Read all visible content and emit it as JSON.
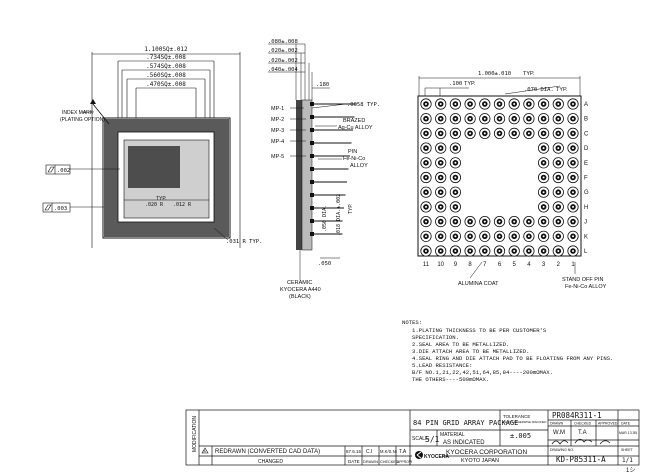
{
  "front_view": {
    "dims": [
      "1.100SQ±.012",
      ".734SQ±.008",
      ".574SQ±.008",
      ".560SQ±.008",
      ".470SQ±.008"
    ],
    "index_mark": [
      "INDEX MARK",
      "(PLATING OPTION)"
    ],
    "flatness_1": ".002",
    "flatness_2": ".003",
    "typ_label": "TYP.",
    "corner_radius_1": ".020 R",
    "corner_radius_2": ".012 R",
    "outer_radius": ".031 R TYP."
  },
  "side_view": {
    "stack_dims": [
      ".080±.008",
      ".020±.002",
      ".020±.002",
      ".040±.004"
    ],
    "lead_gap": ".180",
    "mp_labels": [
      "MP-1",
      "MP-2",
      "MP-3",
      "MP-4",
      "MP-5"
    ],
    "dim_0058": ".0058 TYP.",
    "brazed": [
      "BRAZED",
      "Ag-Cu ALLOY"
    ],
    "pin": [
      "PIN",
      "Fe-Ni-Co",
      "ALLOY"
    ],
    "pin_dia_1": ".050 DIA.",
    "pin_dia_2": ".018 DIA.±.002",
    "typ_label": "TYP.",
    "dim_050": ".050",
    "ceramic": [
      "CERAMIC",
      "KYOCERA A440",
      "(BLACK)"
    ]
  },
  "bottom_view": {
    "width": "1.000±.010",
    "typ_label": "TYP.",
    "pitch": ".100",
    "dia": ".070 DIA.",
    "rows": [
      "A",
      "B",
      "C",
      "D",
      "E",
      "F",
      "G",
      "H",
      "J",
      "K",
      "L"
    ],
    "cols": [
      "11",
      "10",
      "9",
      "8",
      "7",
      "6",
      "5",
      "4",
      "3",
      "2",
      "1"
    ],
    "alumina": "ALUMINA COAT",
    "standoff": [
      "STAND OFF PIN",
      "Fe-Ni-Co ALLOY"
    ]
  },
  "notes": {
    "title": "NOTES:",
    "lines": [
      "1.PLATING THICKNESS TO BE PER CUSTOMER'S",
      "  SPECIFICATION.",
      "2.SEAL AREA TO BE METALLIZED.",
      "3.DIE ATTACH AREA TO BE METALLIZED.",
      "4.SEAL RING AND DIE ATTACH PAD TO BE FLOATING FROM ANY PINS.",
      "5.LEAD RESISTANCE:",
      "  B/F NO.1,21,22,42,51,64,85,84----200mΩMAX.",
      "  THE OTHERS----500mΩMAX."
    ]
  },
  "title_block": {
    "modification": "MODIFICATION",
    "rev_symbol": "A",
    "rev_text": "REDRAWN (CONVERTED CAD DATA)",
    "rev_date": "87.6.16",
    "rev_c": "C.I",
    "rev_k": "M.K/S.NI",
    "rev_t": "T.A",
    "changed": "CHANGED",
    "footer_date": "DATE",
    "footer_drawn": "DRAWN",
    "footer_checked": "CHECKED",
    "footer_approved": "APPROVED",
    "title": "84 PIN GRID ARRAY PACKAGE",
    "scale_label": "SCALE",
    "scale_value": "5/1",
    "material_label": "MATERIAL",
    "material_value": "AS INDICATED",
    "tolerance_label": "TOLERANCE",
    "tolerance_sub": "UNLESS OTHERWISE SPECIFIED",
    "tolerance_value": "±.005",
    "company": "KYOCERA CORPORATION",
    "city": "KYOTO JAPAN",
    "logo_text": "KYOCERA",
    "part_number": "PR084R311-1",
    "hdr_drawn": "DRAWN",
    "hdr_checked": "CHECKED",
    "hdr_approved": "APPROVED",
    "hdr_date": "DATE",
    "drawn_by": "W.M",
    "checked_by": "T.A",
    "date_value": "MAR.13.'85",
    "drawing_no_label": "DRAWING NO.",
    "drawing_no": "KD-P85311-A",
    "sheet_label": "SHEET",
    "sheet_value": "1/1",
    "corner_mark": "1シ"
  }
}
